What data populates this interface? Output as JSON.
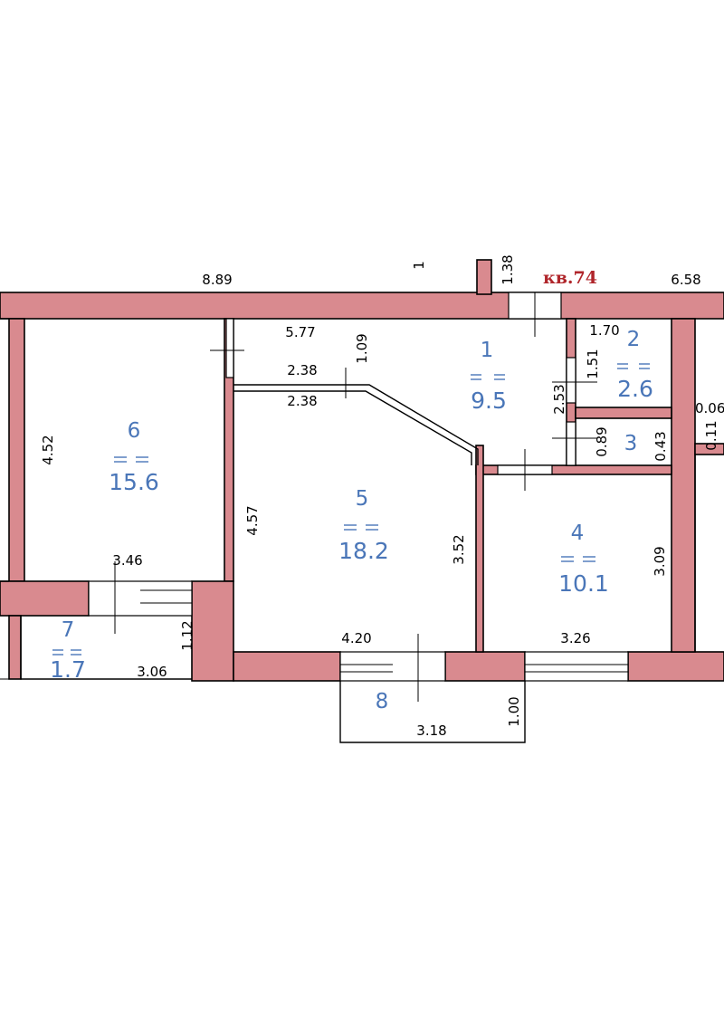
{
  "plan": {
    "flat_label": "кв.74",
    "colors": {
      "wall": "#d98a8f",
      "room_text": "#4a76b8",
      "flat_label": "#b0262b"
    },
    "rooms": [
      {
        "number": "1",
        "area": "9.5"
      },
      {
        "number": "2",
        "area": "2.6"
      },
      {
        "number": "3",
        "area": ""
      },
      {
        "number": "4",
        "area": "10.1"
      },
      {
        "number": "5",
        "area": "18.2"
      },
      {
        "number": "6",
        "area": "15.6"
      },
      {
        "number": "7",
        "area": "1.7"
      },
      {
        "number": "8",
        "area": ""
      }
    ],
    "dimensions": {
      "top_left": "8.89",
      "top_right": "6.58",
      "top_mid": "1",
      "top_small": "1.38",
      "corridor_len": "5.77",
      "corridor_w": "1.09",
      "r5_top_a": "2.38",
      "r5_top_b": "2.38",
      "r6_height": "4.52",
      "r6_bottom": "3.46",
      "r5_left": "4.57",
      "r5_right": "3.52",
      "r5_bottom": "4.20",
      "r1_side": "2.53",
      "r2_width": "1.70",
      "r2_height": "1.51",
      "r3_height": "0.89",
      "r3_gap": "0.43",
      "right_a": "0.06",
      "right_b": "0.11",
      "r4_height": "3.09",
      "r4_bottom": "3.26",
      "r7_height": "1.12",
      "r7_width": "3.06",
      "r8_height": "1.00",
      "r8_width": "3.18"
    }
  }
}
